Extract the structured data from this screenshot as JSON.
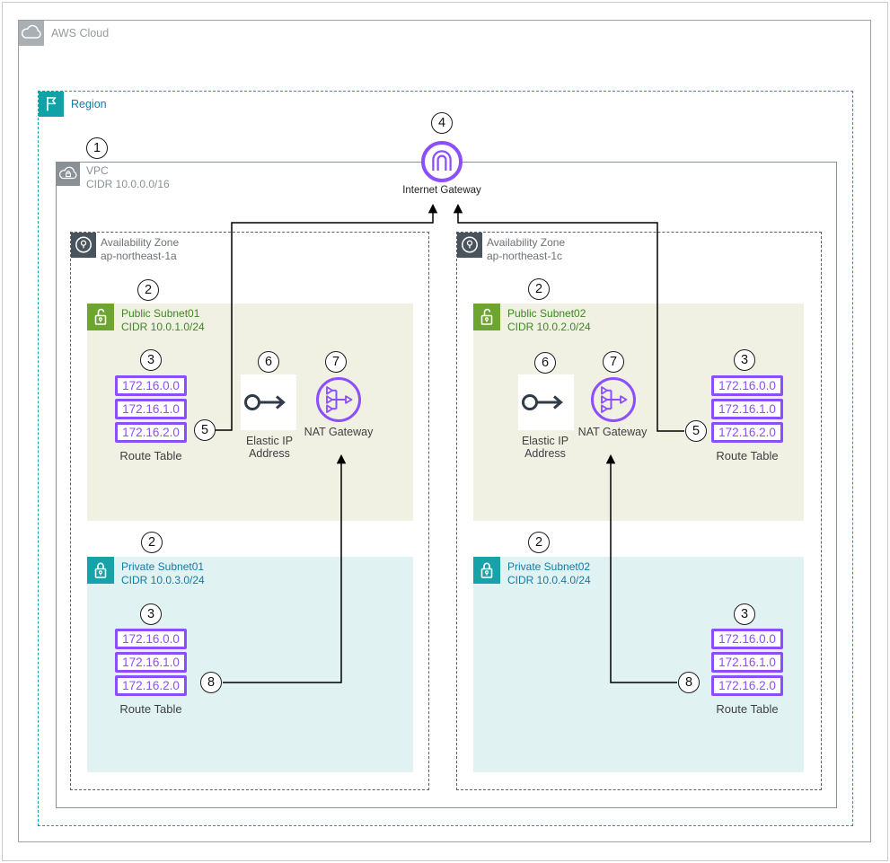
{
  "labels": {
    "aws_cloud": "AWS Cloud",
    "region": "Region",
    "vpc_title": "VPC",
    "vpc_cidr": "CIDR 10.0.0.0/16",
    "internet_gateway": "Internet Gateway",
    "nat_gateway": "NAT Gateway",
    "elastic_ip_line1": "Elastic IP",
    "elastic_ip_line2": "Address"
  },
  "markers": {
    "n1": "1",
    "n2": "2",
    "n3": "3",
    "n4": "4",
    "n5": "5",
    "n6": "6",
    "n7": "7",
    "n8": "8"
  },
  "azs": [
    {
      "line1": "Availability Zone",
      "line2": "ap-northeast-1a",
      "public": {
        "title": "Public Subnet01",
        "cidr": "CIDR 10.0.1.0/24"
      },
      "private": {
        "title": "Private Subnet01",
        "cidr": "CIDR 10.0.3.0/24"
      }
    },
    {
      "line1": "Availability Zone",
      "line2": "ap-northeast-1c",
      "public": {
        "title": "Public Subnet02",
        "cidr": "CIDR 10.0.2.0/24"
      },
      "private": {
        "title": "Private Subnet02",
        "cidr": "CIDR 10.0.4.0/24"
      }
    }
  ],
  "route_table": {
    "label": "Route Table",
    "entries": [
      "172.16.0.0",
      "172.16.1.0",
      "172.16.2.0"
    ]
  },
  "colors": {
    "purple": "#8C4FFF",
    "public_green": "#3F8624",
    "private_blue": "#0D7DAB",
    "region_teal": "#0FA3A8",
    "public_subnet_bg": "#F0F1E2",
    "private_subnet_bg": "#E1F2F3",
    "az_slate": "#49535C",
    "vpc_gray": "#8A9196"
  }
}
